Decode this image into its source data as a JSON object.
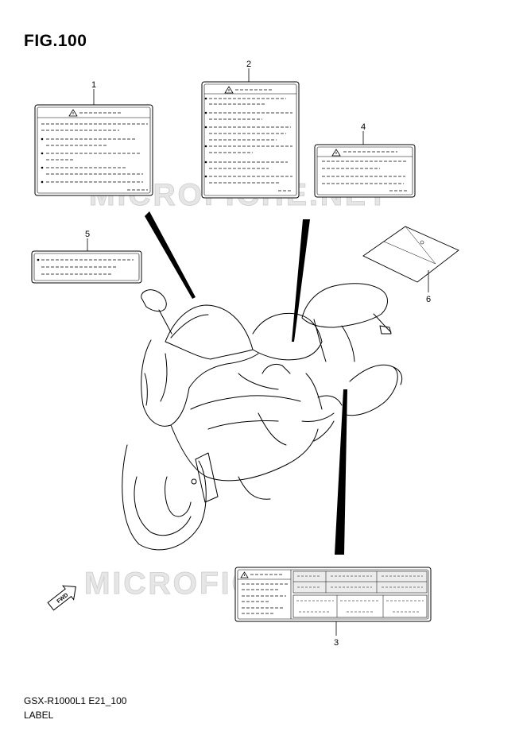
{
  "figure": {
    "title": "FIG.100",
    "model_code": "GSX-R1000L1 E21_100",
    "section_name": "LABEL"
  },
  "callouts": [
    "1",
    "2",
    "3",
    "4",
    "5",
    "6"
  ],
  "watermark": "MICROFICHE.NET",
  "direction_marker": "FWD"
}
